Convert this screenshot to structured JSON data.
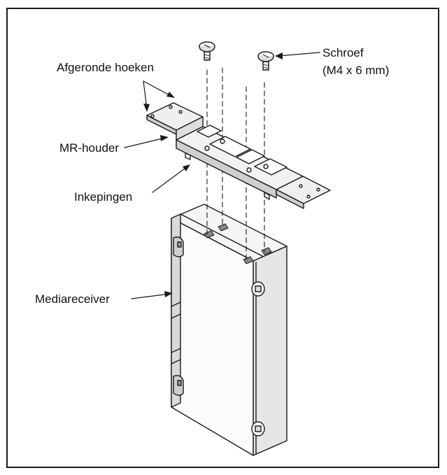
{
  "labels": {
    "rounded_corners": "Afgeronde hoeken",
    "mr_holder": "MR-houder",
    "notches": "Inkepingen",
    "screw_line1": "Schroef",
    "screw_line2": "(M4 x 6 mm)",
    "media_receiver": "Mediareceiver"
  },
  "colors": {
    "line": "#1a1a1a",
    "fill_light": "#f2f2f2",
    "fill_mid": "#d9d9d9",
    "fill_dark": "#bdbdbd"
  }
}
